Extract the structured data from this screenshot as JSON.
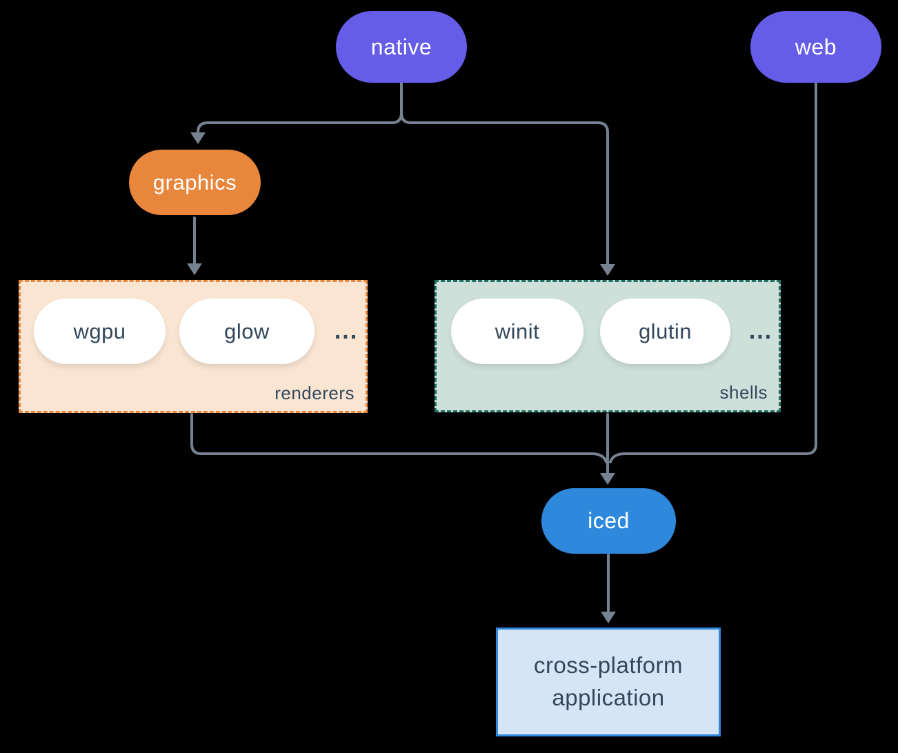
{
  "diagram": {
    "nodes": {
      "native": {
        "label": "native"
      },
      "web": {
        "label": "web"
      },
      "graphics": {
        "label": "graphics"
      },
      "iced": {
        "label": "iced"
      },
      "app": {
        "label": "cross-platform application"
      }
    },
    "groups": {
      "renderers": {
        "label": "renderers",
        "items": [
          "wgpu",
          "glow"
        ],
        "more": "..."
      },
      "shells": {
        "label": "shells",
        "items": [
          "winit",
          "glutin"
        ],
        "more": "..."
      }
    }
  },
  "colors": {
    "background": "#000000",
    "connector": "#76828F",
    "purple": "#655CE8",
    "orange": "#E8863C",
    "blue": "#2E89DC",
    "peach_fill": "#FAE5D3",
    "orange_border": "#E8863C",
    "sage_fill": "#CFE0DA",
    "teal_border": "#1E7060",
    "lightblue_fill": "#D5E5F6",
    "blue_border": "#2E89DC",
    "dark_text": "#33475B"
  }
}
